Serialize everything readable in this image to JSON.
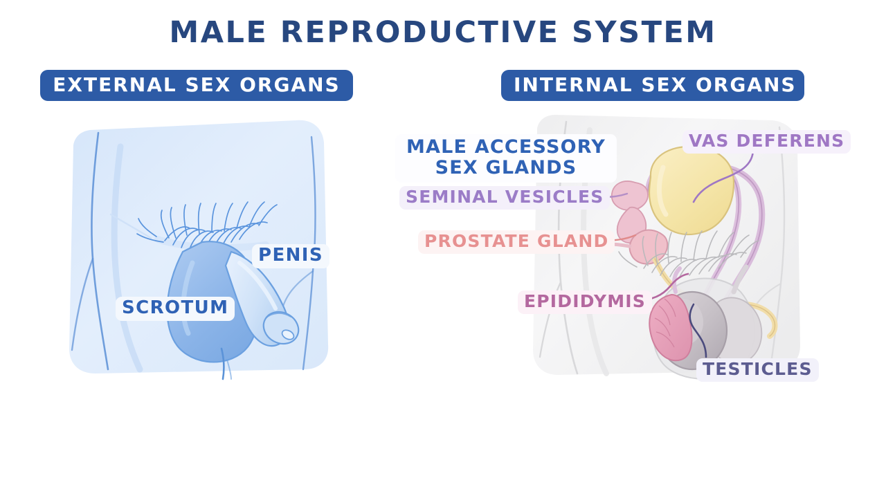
{
  "page": {
    "title": "MALE REPRODUCTIVE SYSTEM",
    "background_color": "#ffffff"
  },
  "colors": {
    "title_blue": "#27477f",
    "pill_blue": "#2d5ba6",
    "label_blue": "#2f62b5",
    "label_purple": "#9b7cc7",
    "label_vas_purple": "#9f77c4",
    "label_salmon": "#e79191",
    "label_mauve": "#b4689f",
    "label_slate": "#5c5c90",
    "external_skin": "#dce9fa",
    "internal_skin": "#f1f1f2",
    "bladder_yellow": "#f6e6ad",
    "prostate_pink": "#efb9c4",
    "epididymis_pink": "#e7a3bb",
    "testicle_grey": "#c9c4ca",
    "vas_tube": "#d8b8d8",
    "urethra_tan": "#f0dca8"
  },
  "sections": [
    {
      "id": "external",
      "header": "EXTERNAL SEX ORGANS",
      "labels": [
        {
          "id": "penis",
          "text": "PENIS",
          "color_role": "blue-on-white"
        },
        {
          "id": "scrotum",
          "text": "SCROTUM",
          "color_role": "blue-on-white"
        }
      ]
    },
    {
      "id": "internal",
      "header": "INTERNAL SEX ORGANS",
      "labels": [
        {
          "id": "accessory_glands",
          "text_line1": "MALE ACCESSORY",
          "text_line2": "SEX GLANDS",
          "color_role": "accent-blue"
        },
        {
          "id": "seminal_vesicles",
          "text": "SEMINAL VESICLES",
          "color_role": "purple"
        },
        {
          "id": "prostate_gland",
          "text": "PROSTATE GLAND",
          "color_role": "salmon"
        },
        {
          "id": "vas_deferens",
          "text": "VAS DEFERENS",
          "color_role": "vas"
        },
        {
          "id": "epididymis",
          "text": "EPIDIDYMIS",
          "color_role": "mauve"
        },
        {
          "id": "testicles",
          "text": "TESTICLES",
          "color_role": "slate"
        }
      ]
    }
  ]
}
